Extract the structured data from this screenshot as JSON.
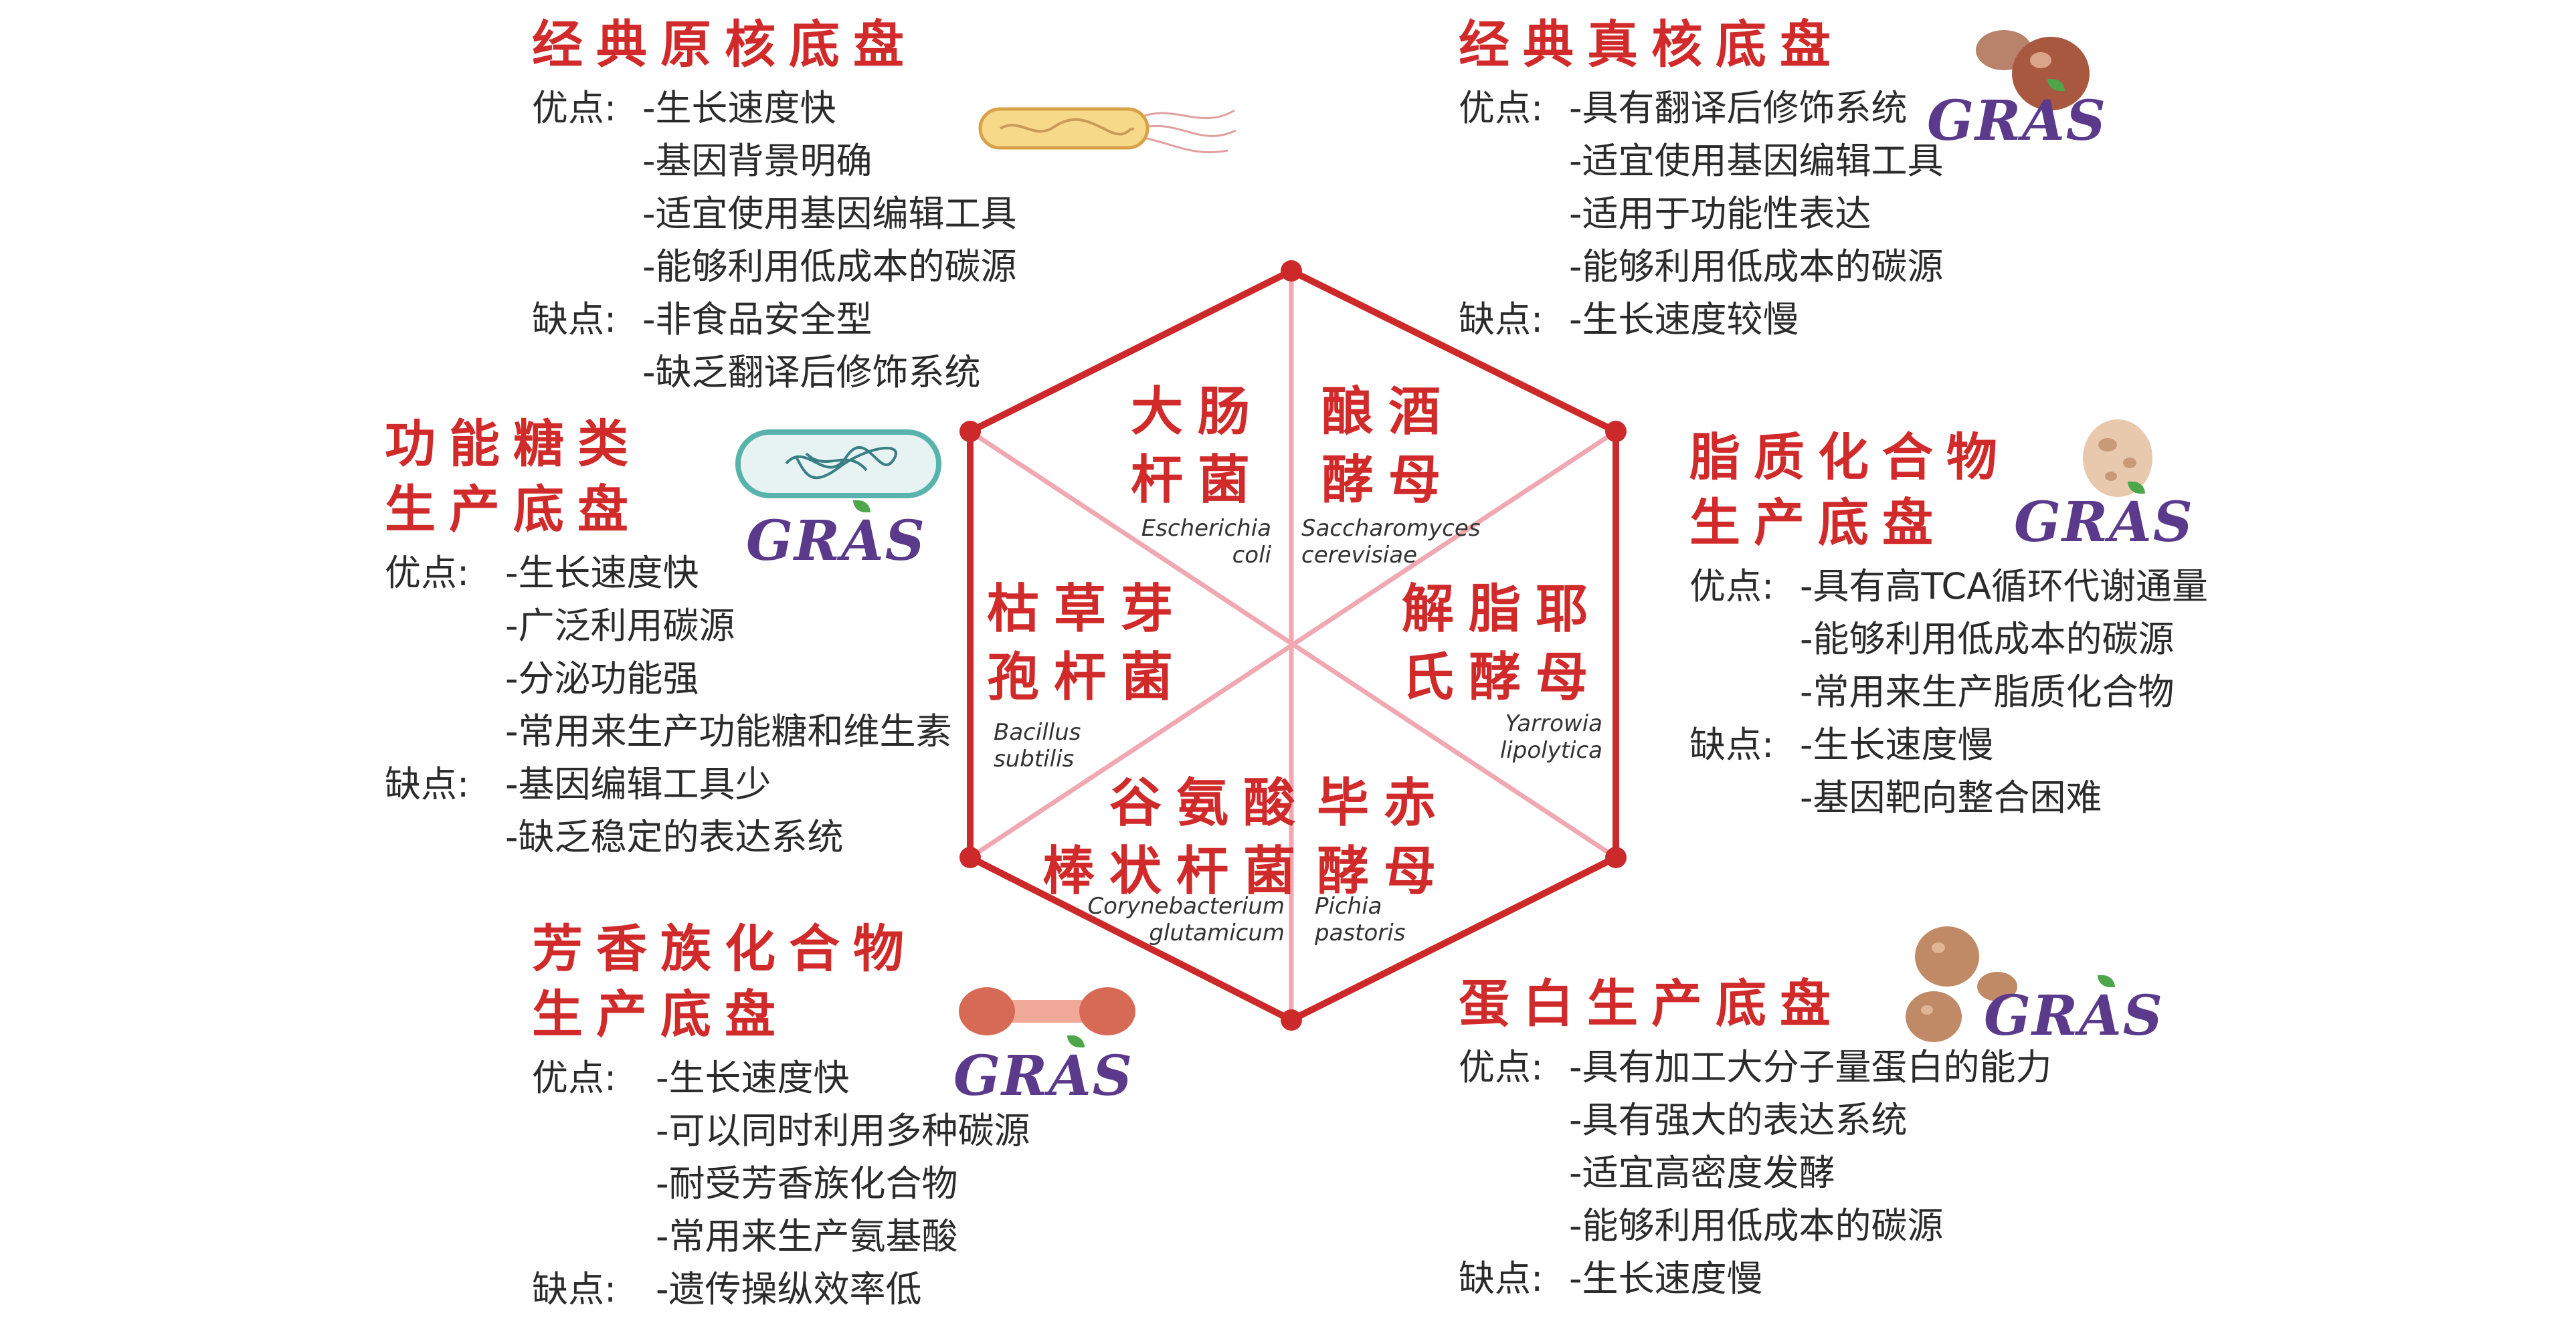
{
  "gras_label": "GRAS",
  "colors": {
    "accent": "#d02a2a",
    "gras": "#5b3a8c",
    "spoke": "#f0a8b2"
  },
  "icons": [
    "rod-bacterium-icon",
    "microbe-cell-icon",
    "yeast-icon",
    "diplococcus-icon",
    "leaf-icon"
  ],
  "hexagon_cells": [
    {
      "cn_line1": "大肠",
      "cn_line2": "杆菌",
      "sp_line1": "Escherichia",
      "sp_line2": "coli"
    },
    {
      "cn_line1": "酿酒",
      "cn_line2": "酵母",
      "sp_line1": "Saccharomyces",
      "sp_line2": "cerevisiae"
    },
    {
      "cn_line1": "解脂耶",
      "cn_line2": "氏酵母",
      "sp_line1": "Yarrowia",
      "sp_line2": "lipolytica"
    },
    {
      "cn_line1": "毕赤",
      "cn_line2": "酵母",
      "sp_line1": "Pichia",
      "sp_line2": "pastoris"
    },
    {
      "cn_line1": "谷氨酸",
      "cn_line2": "棒状杆菌",
      "sp_line1": "Corynebacterium",
      "sp_line2": "glutamicum"
    },
    {
      "cn_line1": "枯草芽",
      "cn_line2": "孢杆菌",
      "sp_line1": "Bacillus",
      "sp_line2": "subtilis"
    }
  ],
  "panels": {
    "prokaryote": {
      "title_lines": [
        "经典原核底盘"
      ],
      "pros_label": "优点:",
      "cons_label": "缺点:",
      "pros": [
        "生长速度快",
        "基因背景明确",
        "适宜使用基因编辑工具",
        "能够利用低成本的碳源"
      ],
      "cons": [
        "非食品安全型",
        "缺乏翻译后修饰系统"
      ]
    },
    "eukaryote": {
      "title_lines": [
        "经典真核底盘"
      ],
      "pros_label": "优点:",
      "cons_label": "缺点:",
      "pros": [
        "具有翻译后修饰系统",
        "适宜使用基因编辑工具",
        "适用于功能性表达",
        "能够利用低成本的碳源"
      ],
      "cons": [
        "生长速度较慢"
      ]
    },
    "sugar": {
      "title_lines": [
        "功能糖类",
        "生产底盘"
      ],
      "pros_label": "优点:",
      "cons_label": "缺点:",
      "pros": [
        "生长速度快",
        "广泛利用碳源",
        "分泌功能强",
        "常用来生产功能糖和维生素"
      ],
      "cons": [
        "基因编辑工具少",
        "缺乏稳定的表达系统"
      ]
    },
    "lipid": {
      "title_lines": [
        "脂质化合物",
        "生产底盘"
      ],
      "pros_label": "优点:",
      "cons_label": "缺点:",
      "pros": [
        "具有高TCA循环代谢通量",
        "能够利用低成本的碳源",
        "常用来生产脂质化合物"
      ],
      "cons": [
        "生长速度慢",
        "基因靶向整合困难"
      ]
    },
    "aromatic": {
      "title_lines": [
        "芳香族化合物",
        "生产底盘"
      ],
      "pros_label": "优点:",
      "cons_label": "缺点:",
      "pros": [
        "生长速度快",
        "可以同时利用多种碳源",
        "耐受芳香族化合物",
        "常用来生产氨基酸"
      ],
      "cons": [
        "遗传操纵效率低"
      ]
    },
    "protein": {
      "title_lines": [
        "蛋白生产底盘"
      ],
      "pros_label": "优点:",
      "cons_label": "缺点:",
      "pros": [
        "具有加工大分子量蛋白的能力",
        "具有强大的表达系统",
        "适宜高密度发酵",
        "能够利用低成本的碳源"
      ],
      "cons": [
        "生长速度慢"
      ]
    }
  }
}
